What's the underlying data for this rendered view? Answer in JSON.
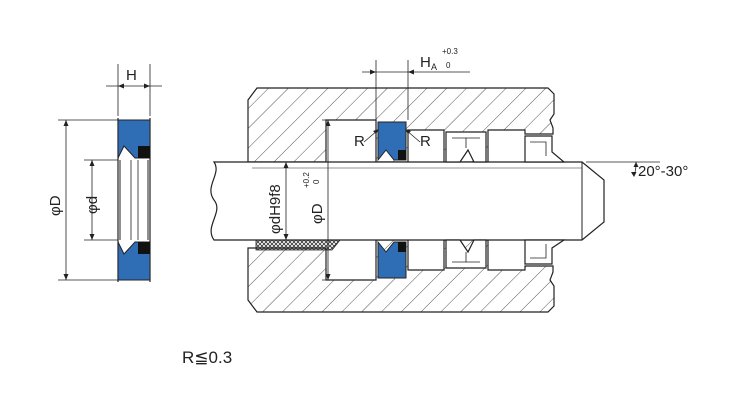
{
  "colors": {
    "seal": "#2f6eb5",
    "backup": "#111111",
    "line": "#222222",
    "hatch": "#555555",
    "background": "#ffffff"
  },
  "labels": {
    "h": "H",
    "outer_diameter": "φD",
    "inner_diameter": "φd",
    "groove_width_main": "H",
    "groove_width_sub": "A",
    "groove_width_tol_upper": "+0.3",
    "groove_width_tol_lower": "0",
    "radius_left": "R",
    "radius_right": "R",
    "rod_diameter": "φdH9f8",
    "bore_diameter": "φD",
    "bore_tol_upper": "+0.2",
    "bore_tol_lower": "0",
    "chamfer_angle": "20°-30°",
    "radius_note": "R≦0.3"
  }
}
